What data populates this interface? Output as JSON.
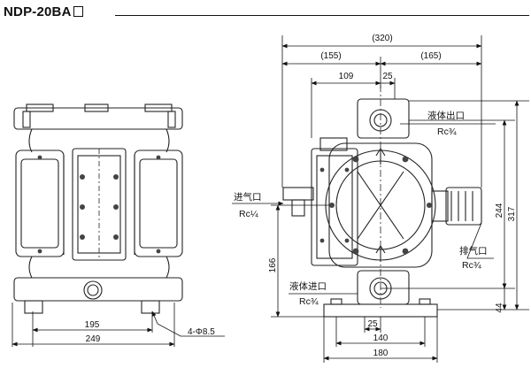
{
  "title": "NDP-20BA",
  "dimensions": {
    "overall_width": "(320)",
    "left_width": "(155)",
    "right_width": "(165)",
    "d109": "109",
    "d25_top": "25",
    "h244": "244",
    "h317": "317",
    "h166": "166",
    "h44": "44",
    "d25_bottom": "25",
    "d140": "140",
    "d180": "180",
    "w195": "195",
    "w249": "249",
    "holes": "4-Φ8.5"
  },
  "ports": {
    "outlet_name": "液体出口",
    "outlet_thread": "Rc¾",
    "air_in_name": "进气口",
    "air_in_thread": "Rc¼",
    "exhaust_name": "排气口",
    "exhaust_thread": "Rc¾",
    "inlet_name": "液体进口",
    "inlet_thread": "Rc¾"
  }
}
